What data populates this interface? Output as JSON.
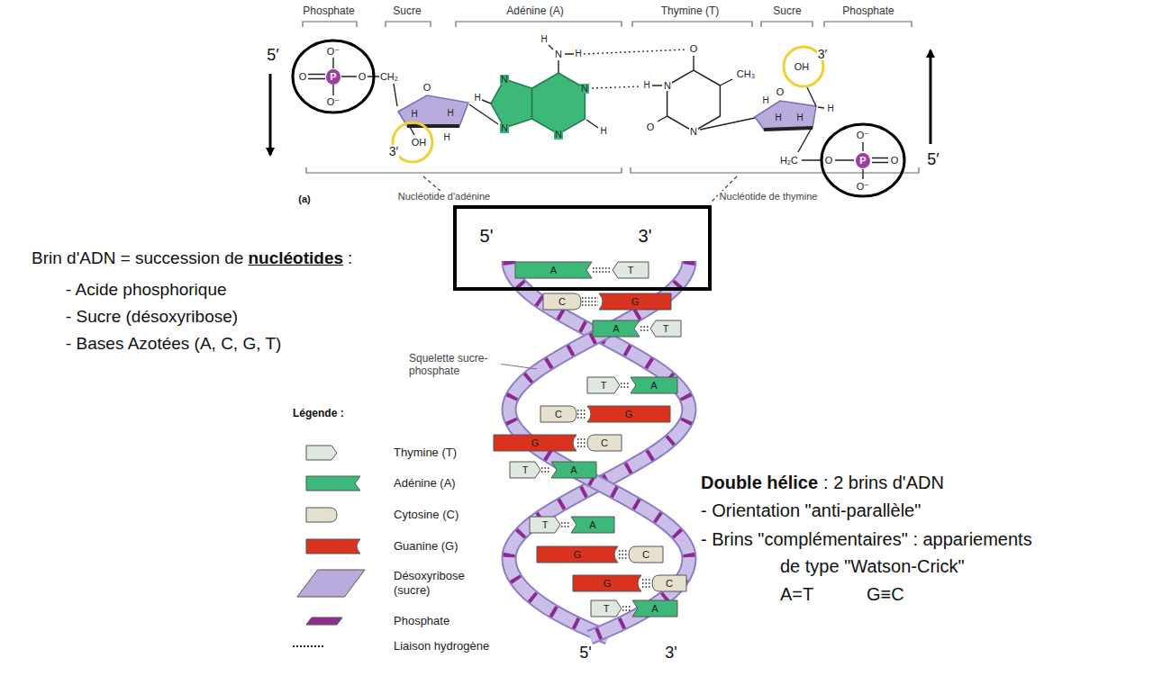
{
  "diagram": {
    "nodes": [
      {
        "text": [
          "5'",
          "3'"
        ]
      },
      {
        "text": [
          "A"
        ],
        "in": 0
      },
      {
        "text": [
          "T"
        ],
        "in": 0
      },
      {
        "text": [
          "C"
        ]
      },
      {
        "text": [
          "G"
        ]
      },
      {
        "text": [
          "A"
        ]
      },
      {
        "text": [
          "T"
        ]
      },
      {
        "text": [
          "T"
        ]
      },
      {
        "text": [
          "A"
        ]
      },
      {
        "text": [
          "C"
        ]
      },
      {
        "text": [
          "G"
        ]
      },
      {
        "text": [
          "G"
        ]
      },
      {
        "text": [
          "C"
        ]
      },
      {
        "text": [
          "T"
        ]
      },
      {
        "text": [
          "A"
        ]
      },
      {
        "text": [
          "T"
        ]
      },
      {
        "text": [
          "A"
        ]
      },
      {
        "text": [
          "G"
        ]
      },
      {
        "text": [
          "C"
        ]
      },
      {
        "text": [
          "G"
        ]
      },
      {
        "text": [
          "C"
        ]
      },
      {
        "text": [
          "T"
        ]
      },
      {
        "text": [
          "A"
        ]
      }
    ],
    "edges": [
      {
        "from": 1,
        "to": 2,
        "arrow": "none"
      },
      {
        "from": 3,
        "to": 4,
        "arrow": "none"
      },
      {
        "from": 5,
        "to": 6,
        "arrow": "none"
      },
      {
        "from": 7,
        "to": 8,
        "arrow": "none"
      },
      {
        "from": 9,
        "to": 10,
        "arrow": "none"
      },
      {
        "from": 11,
        "to": 12,
        "arrow": "none"
      },
      {
        "from": 13,
        "to": 14,
        "arrow": "none"
      },
      {
        "from": 15,
        "to": 16,
        "arrow": "none"
      },
      {
        "from": 17,
        "to": 18,
        "arrow": "none"
      },
      {
        "from": 19,
        "to": 20,
        "arrow": "none"
      },
      {
        "from": 21,
        "to": 22,
        "arrow": "none"
      }
    ],
    "labels": [
      "Phosphate",
      "Sucre",
      "Adénine (A)",
      "Thymine (T)",
      "Sucre",
      "Phosphate",
      "5′",
      "O⁻",
      "O",
      "P",
      "O",
      "O⁻",
      "CH₂",
      "O",
      "H",
      "H",
      "H",
      "3′",
      "OH",
      "H",
      "N",
      "N",
      "H",
      "N",
      "H",
      "N",
      "N",
      "H",
      "O",
      "CH₃",
      "H",
      "N",
      "O",
      "N",
      "OH",
      "3′",
      "O",
      "H",
      "H",
      "H",
      "H",
      "H₂C",
      "O",
      "P",
      "O",
      "O⁻",
      "O⁻",
      "5′",
      "(a)",
      "Nucléotide d'adénine",
      "Nucléotide de thymine",
      "Brin d'ADN = succession de",
      "nucléotides",
      ":",
      "- Acide phosphorique",
      "- Sucre (désoxyribose)",
      "- Bases Azotées (A, C, G, T)",
      "Squelette sucre-phosphate",
      "Légende :",
      "Double hélice",
      ": 2 brins d'ADN",
      "- Orientation \"anti-parallèle\"",
      "- Brins \"complémentaires\" : appariements",
      "de type \"Watson-Crick\"",
      "A=T",
      "G≡C",
      "5'",
      "3'"
    ],
    "legend": [
      {
        "text": "Thymine (T)",
        "color": "#dfe8df"
      },
      {
        "text": "Adénine (A)",
        "color": "#3cb878"
      },
      {
        "text": "Cytosine (C)",
        "color": "#e6e0cf"
      },
      {
        "text": "Guanine (G)",
        "color": "#d9321f"
      },
      {
        "text": "Désoxyribose (sucre)",
        "color": "#b9acdd"
      },
      {
        "text": "Phosphate",
        "color": "#8e2d8f"
      },
      {
        "text": "Liaison hydrogène"
      }
    ]
  }
}
